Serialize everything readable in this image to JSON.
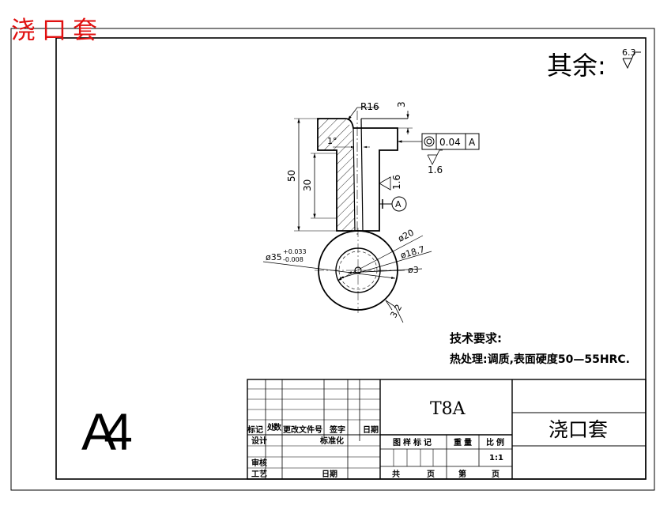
{
  "overlay_title": "浇口套",
  "roughness_note": {
    "label": "其余:",
    "value": "6.3"
  },
  "dimensions": {
    "r16": "R16",
    "three": "3",
    "one_deg": "1°",
    "fifty": "50",
    "thirty": "30",
    "rough_16_side": "1.6",
    "rough_16_bottom": "1.6",
    "rough_32": "3.2",
    "datum": "A",
    "d20": "ø20",
    "d187": "ø18.7",
    "d3": "ø3",
    "d35": "ø35",
    "tol_up": "+0.033",
    "tol_down": "-0.008"
  },
  "tolerance_frame": {
    "value": "0.04",
    "datum": "A"
  },
  "tech_requirements": {
    "heading": "技术要求:",
    "line1": "热处理:调质,表面硬度50—55HRC."
  },
  "sheet_size": "A4",
  "title_block": {
    "material": "T8A",
    "part_name": "浇口套",
    "col_mark": "标记",
    "col_count": "处数",
    "col_doc": "更改文件号",
    "col_sign": "签字",
    "col_date": "日期",
    "design": "设计",
    "standard": "标准化",
    "review": "审核",
    "process": "工艺",
    "date": "日期",
    "stage_mark": "图样标记",
    "weight": "重量",
    "scale_label": "比例",
    "scale_value": "1:1",
    "total": "共",
    "sheet": "页",
    "no": "第",
    "page": "页"
  }
}
